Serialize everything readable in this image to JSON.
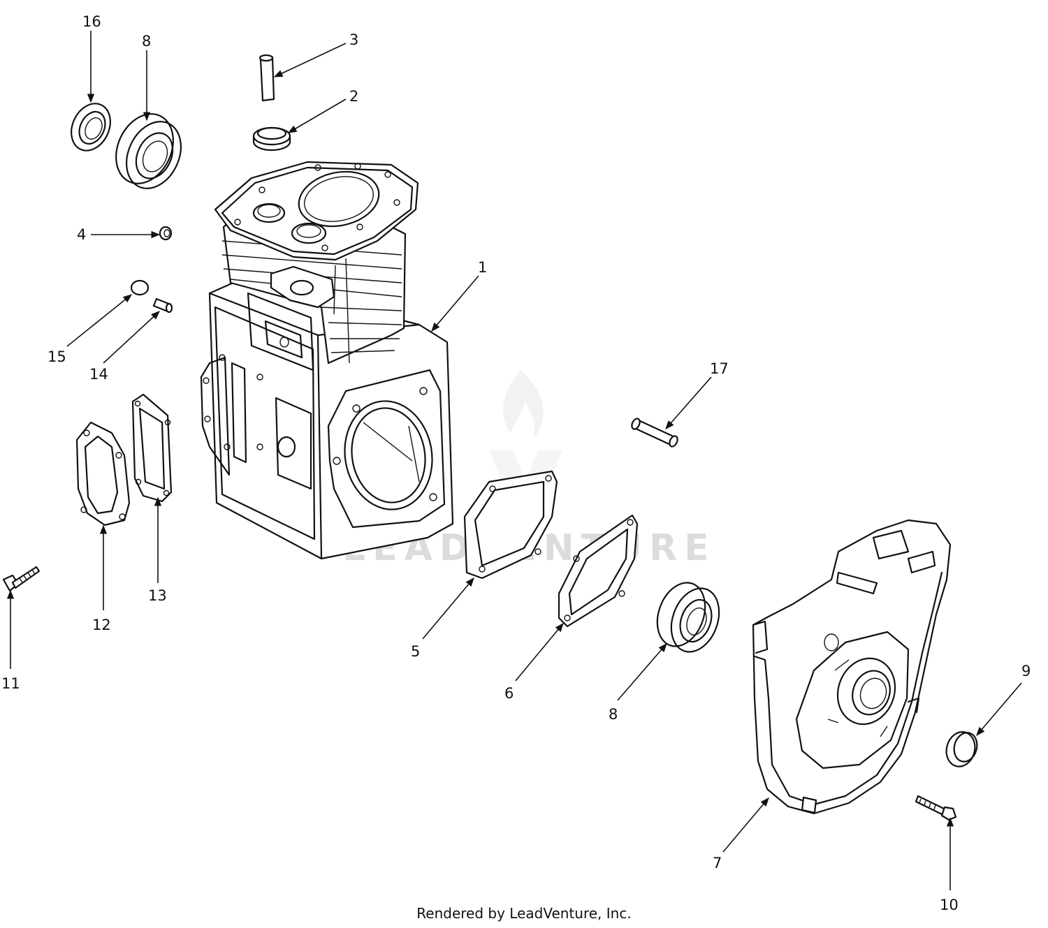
{
  "watermark": "LEADVENTURE",
  "footer": "Rendered by LeadVenture, Inc.",
  "callouts": [
    {
      "id": "c1",
      "label": "1"
    },
    {
      "id": "c2",
      "label": "2"
    },
    {
      "id": "c3",
      "label": "3"
    },
    {
      "id": "c4",
      "label": "4"
    },
    {
      "id": "c5",
      "label": "5"
    },
    {
      "id": "c6",
      "label": "6"
    },
    {
      "id": "c7",
      "label": "7"
    },
    {
      "id": "c8a",
      "label": "8"
    },
    {
      "id": "c8b",
      "label": "8"
    },
    {
      "id": "c9",
      "label": "9"
    },
    {
      "id": "c10",
      "label": "10"
    },
    {
      "id": "c11",
      "label": "11"
    },
    {
      "id": "c12",
      "label": "12"
    },
    {
      "id": "c13",
      "label": "13"
    },
    {
      "id": "c14",
      "label": "14"
    },
    {
      "id": "c15",
      "label": "15"
    },
    {
      "id": "c16",
      "label": "16"
    },
    {
      "id": "c17",
      "label": "17"
    }
  ]
}
